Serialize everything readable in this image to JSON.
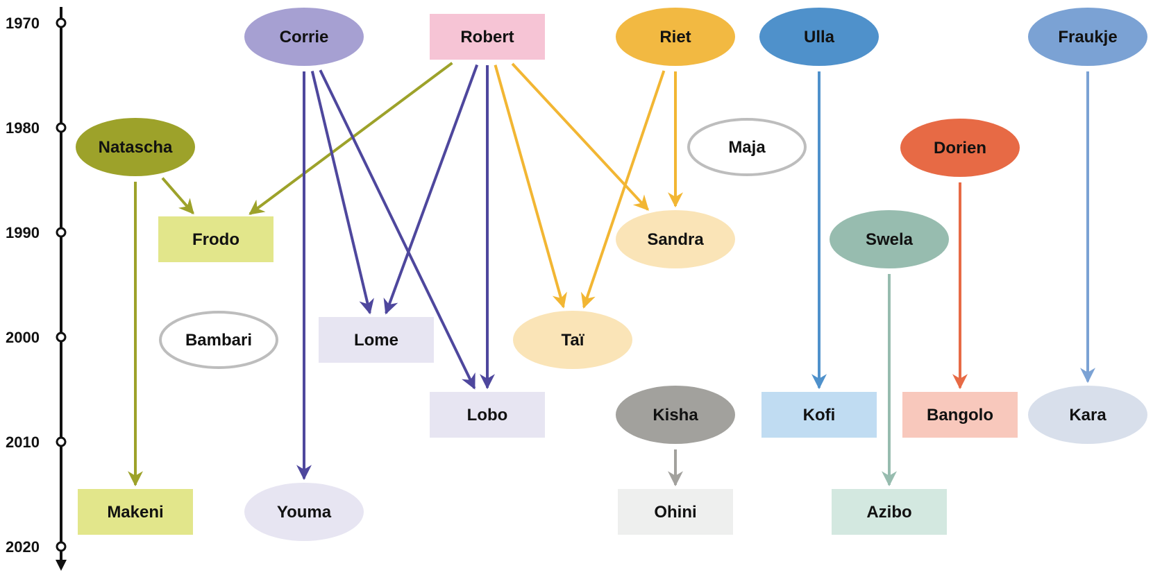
{
  "timeline": {
    "years": [
      "1970",
      "1980",
      "1990",
      "2000",
      "2010",
      "2020"
    ]
  },
  "nodes": [
    {
      "id": "corrie",
      "label": "Corrie",
      "shape": "ellipse",
      "fill": "#a6a0d2",
      "stroke": ""
    },
    {
      "id": "robert",
      "label": "Robert",
      "shape": "rect",
      "fill": "#f6c4d5",
      "stroke": ""
    },
    {
      "id": "riet",
      "label": "Riet",
      "shape": "ellipse",
      "fill": "#f2b942",
      "stroke": ""
    },
    {
      "id": "ulla",
      "label": "Ulla",
      "shape": "ellipse",
      "fill": "#4f91cb",
      "stroke": ""
    },
    {
      "id": "fraukje",
      "label": "Fraukje",
      "shape": "ellipse",
      "fill": "#7ba2d4",
      "stroke": ""
    },
    {
      "id": "natascha",
      "label": "Natascha",
      "shape": "ellipse",
      "fill": "#9da22a",
      "stroke": ""
    },
    {
      "id": "maja",
      "label": "Maja",
      "shape": "ellipse",
      "fill": "#ffffff",
      "stroke": "#bdbdbd"
    },
    {
      "id": "dorien",
      "label": "Dorien",
      "shape": "ellipse",
      "fill": "#e76a45",
      "stroke": ""
    },
    {
      "id": "frodo",
      "label": "Frodo",
      "shape": "rect",
      "fill": "#e2e68b",
      "stroke": ""
    },
    {
      "id": "sandra",
      "label": "Sandra",
      "shape": "ellipse",
      "fill": "#fae4b7",
      "stroke": ""
    },
    {
      "id": "swela",
      "label": "Swela",
      "shape": "ellipse",
      "fill": "#97bcaf",
      "stroke": ""
    },
    {
      "id": "bambari",
      "label": "Bambari",
      "shape": "ellipse",
      "fill": "#ffffff",
      "stroke": "#bdbdbd"
    },
    {
      "id": "lome",
      "label": "Lome",
      "shape": "rect",
      "fill": "#e7e5f2",
      "stroke": ""
    },
    {
      "id": "tai",
      "label": "Taï",
      "shape": "ellipse",
      "fill": "#fae4b7",
      "stroke": ""
    },
    {
      "id": "lobo",
      "label": "Lobo",
      "shape": "rect",
      "fill": "#e7e5f2",
      "stroke": ""
    },
    {
      "id": "kisha",
      "label": "Kisha",
      "shape": "ellipse",
      "fill": "#a2a19d",
      "stroke": ""
    },
    {
      "id": "kofi",
      "label": "Kofi",
      "shape": "rect",
      "fill": "#c0dcf2",
      "stroke": ""
    },
    {
      "id": "bangolo",
      "label": "Bangolo",
      "shape": "rect",
      "fill": "#f8c8bc",
      "stroke": ""
    },
    {
      "id": "kara",
      "label": "Kara",
      "shape": "ellipse",
      "fill": "#d8dfeb",
      "stroke": ""
    },
    {
      "id": "makeni",
      "label": "Makeni",
      "shape": "rect",
      "fill": "#e2e68b",
      "stroke": ""
    },
    {
      "id": "youma",
      "label": "Youma",
      "shape": "ellipse",
      "fill": "#e7e5f2",
      "stroke": ""
    },
    {
      "id": "ohini",
      "label": "Ohini",
      "shape": "rect",
      "fill": "#eeefee",
      "stroke": ""
    },
    {
      "id": "azibo",
      "label": "Azibo",
      "shape": "rect",
      "fill": "#d3e8e0",
      "stroke": ""
    }
  ],
  "edges": [
    {
      "from": "natascha",
      "to": "makeni",
      "color": "#9da22a"
    },
    {
      "from": "natascha",
      "to": "frodo",
      "color": "#9da22a"
    },
    {
      "from": "robert",
      "to": "frodo",
      "color": "#9da22a"
    },
    {
      "from": "corrie",
      "to": "youma",
      "color": "#4e479d"
    },
    {
      "from": "corrie",
      "to": "lome",
      "color": "#4e479d"
    },
    {
      "from": "corrie",
      "to": "lobo",
      "color": "#4e479d"
    },
    {
      "from": "robert",
      "to": "lome",
      "color": "#4e479d"
    },
    {
      "from": "robert",
      "to": "lobo",
      "color": "#4e479d"
    },
    {
      "from": "robert",
      "to": "tai",
      "color": "#f2b633"
    },
    {
      "from": "robert",
      "to": "sandra",
      "color": "#f2b633"
    },
    {
      "from": "riet",
      "to": "tai",
      "color": "#f2b633"
    },
    {
      "from": "riet",
      "to": "sandra",
      "color": "#f2b633"
    },
    {
      "from": "ulla",
      "to": "kofi",
      "color": "#4f91cb"
    },
    {
      "from": "fraukje",
      "to": "kara",
      "color": "#7ba2d4"
    },
    {
      "from": "dorien",
      "to": "bangolo",
      "color": "#e76a45"
    },
    {
      "from": "swela",
      "to": "azibo",
      "color": "#97bcaf"
    },
    {
      "from": "kisha",
      "to": "ohini",
      "color": "#a2a19d"
    }
  ]
}
